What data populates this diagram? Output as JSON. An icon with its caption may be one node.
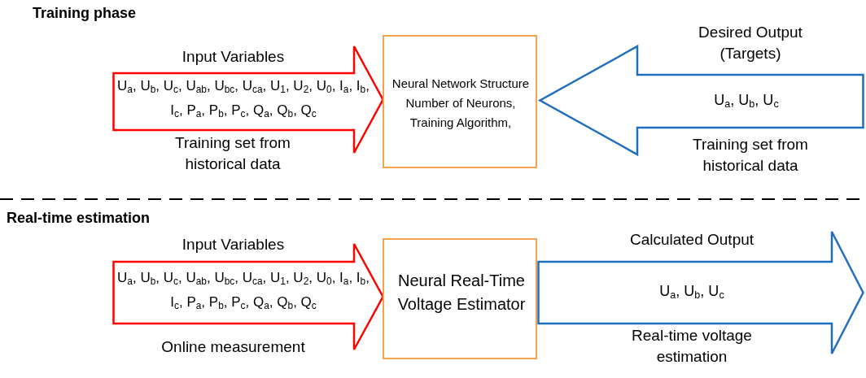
{
  "diagram": {
    "nodes": [
      {
        "text": [
          "Input Variables",
          "U$_{a}$, U$_{b}$, U$_{c}$, U$_{ab}$, U$_{bc}$, U$_{ca}$, U$_{1}$, U$_{2}$, U$_{0}$, I$_{a}$, I$_{b}$, I$_{c}$, P$_{a}$, P$_{b}$, P$_{c}$, Q$_{a}$, Q$_{b}$, Q$_{c}$",
          "Training set from historical data"
        ]
      },
      {
        "text": [
          "Neural Network Structure Number of Neurons, Training Algorithm,"
        ]
      },
      {
        "text": [
          "Desired Output (Targets)",
          "U$_{a}$, U$_{b}$, U$_{c}$",
          "Training set from historical data"
        ]
      },
      {
        "text": [
          "Input Variables",
          "U$_{a}$, U$_{b}$, U$_{c}$, U$_{ab}$, U$_{bc}$, U$_{ca}$, U$_{1}$, U$_{2}$, U$_{0}$, I$_{a}$, I$_{b}$, I$_{c}$, P$_{a}$, P$_{b}$, P$_{c}$, Q$_{a}$, Q$_{b}$, Q$_{c}$",
          "Online measurement"
        ]
      },
      {
        "text": [
          "Neural Real-Time Voltage Estimator"
        ]
      },
      {
        "text": [
          "Calculated Output",
          "U$_{a}$, U$_{b}$, U$_{c}$",
          "Real-time voltage estimation"
        ]
      }
    ],
    "labels": [
      "Training phase",
      "Real-time estimation"
    ]
  }
}
